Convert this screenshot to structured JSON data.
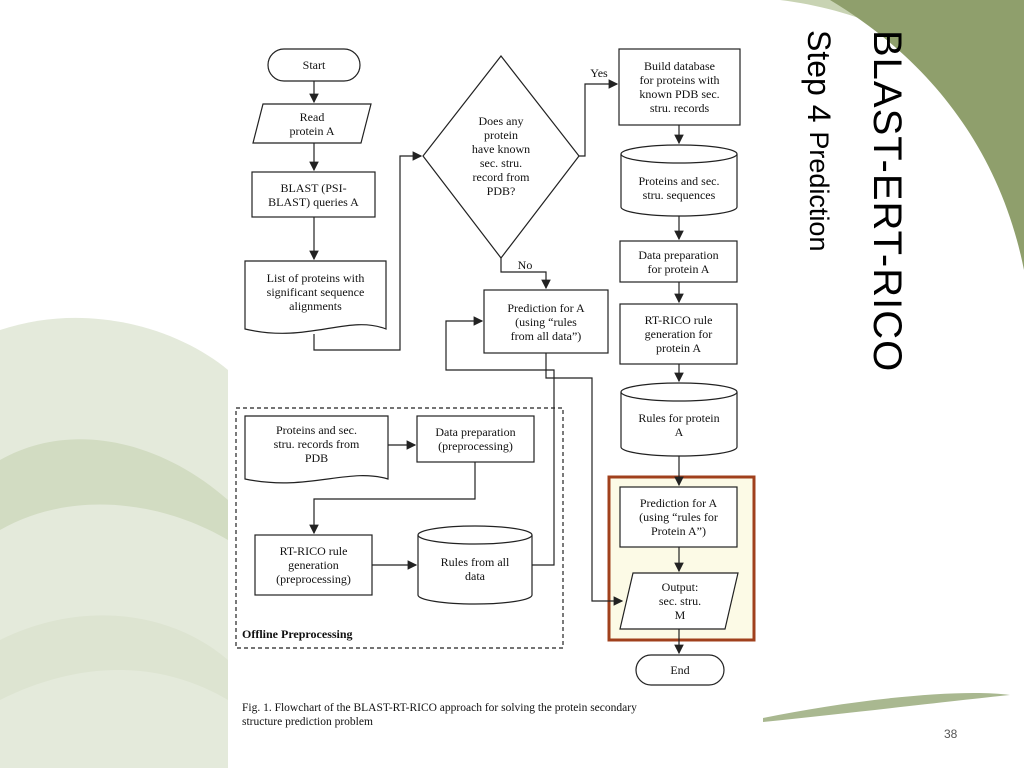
{
  "slide": {
    "title": "BLAST-ERT-RICO",
    "subtitle_step": "Step 4",
    "subtitle_rest": "Prediction",
    "page_number": "38",
    "accent_colors": {
      "green_dark": "#8f9f6c",
      "green_light": "#dfe6d0",
      "highlight_border": "#a0401c",
      "highlight_fill": "#fcfae6"
    }
  },
  "figure": {
    "nodes": {
      "start": "Start",
      "read": "Read\nprotein A",
      "blast": "BLAST (PSI-\nBLAST) queries A",
      "list": "List of proteins with\nsignificant sequence\nalignments",
      "decision": "Does any\nprotein\nhave known\nsec. stru.\nrecord from\nPDB?",
      "yes": "Yes",
      "no": "No",
      "build": "Build database\nfor proteins with\nknown PDB sec.\nstru. records",
      "proteins_seq": "Proteins and sec.\nstru. sequences",
      "data_prep_a": "Data preparation\nfor protein A",
      "rtrico_a": "RT-RICO rule\ngeneration for\nprotein A",
      "rules_a": "Rules for protein\nA",
      "pred_all": "Prediction for A\n(using “rules\nfrom all data”)",
      "pred_a": "Prediction for A\n(using “rules for\nProtein A”)",
      "output": "Output:\nsec. stru.\nM",
      "end": "End",
      "pdb_records": "Proteins and sec.\nstru. records from\nPDB",
      "prep_offline": "Data preparation\n(preprocessing)",
      "rtrico_offline": "RT-RICO rule\ngeneration\n(preprocessing)",
      "rules_all": "Rules from all\ndata"
    },
    "offline_label": "Offline Preprocessing",
    "caption": "Fig. 1. Flowchart of the BLAST-RT-RICO approach for solving the protein secondary\nstructure prediction problem"
  }
}
